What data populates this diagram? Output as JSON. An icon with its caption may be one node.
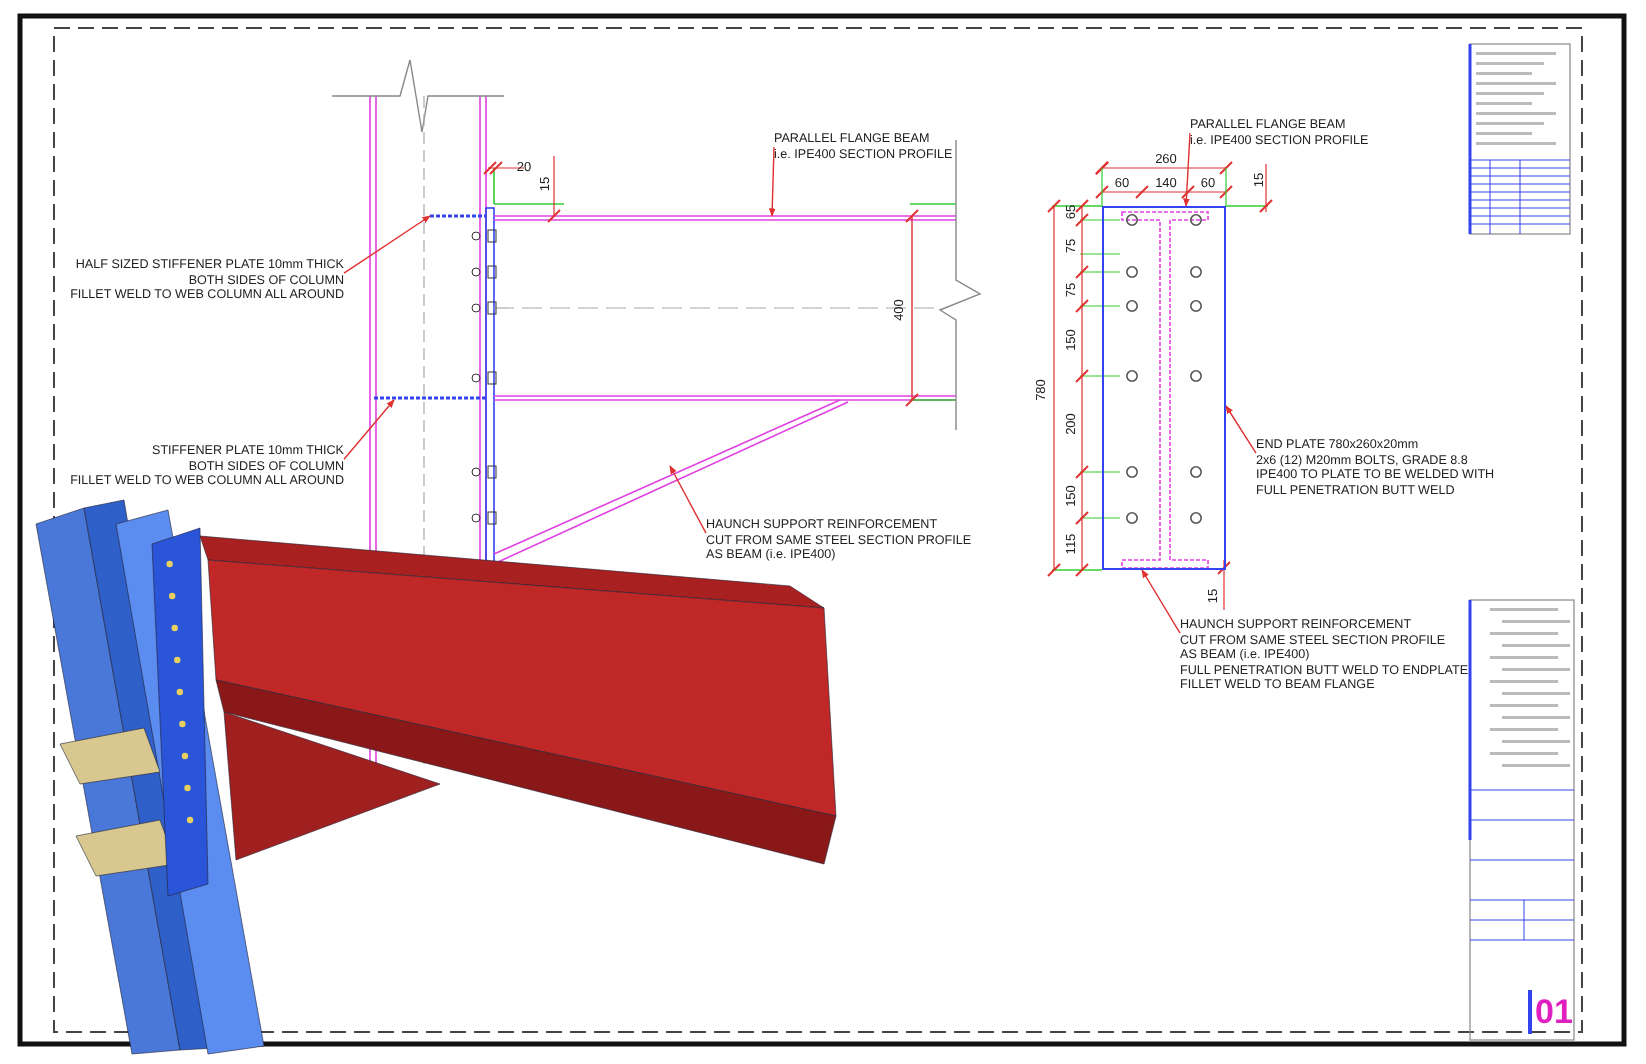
{
  "diagram": {
    "nodes": [
      {
        "text": [
          "PARALLEL FLANGE BEAM",
          "i.e. IPE400 SECTION PROFILE"
        ]
      },
      {
        "text": [
          "HALF SIZED STIFFENER PLATE 10mm THICK",
          "BOTH SIDES OF COLUMN",
          "FILLET WELD TO WEB COLUMN ALL AROUND"
        ]
      },
      {
        "text": [
          "STIFFENER PLATE 10mm THICK",
          "BOTH SIDES OF COLUMN",
          "FILLET WELD TO WEB COLUMN ALL AROUND"
        ]
      },
      {
        "text": [
          "HAUNCH SUPPORT REINFORCEMENT",
          "CUT FROM SAME STEEL SECTION PROFILE",
          "AS BEAM (i.e. IPE400)"
        ]
      },
      {
        "text": [
          "PARALLEL FLANGE BEAM",
          "i.e. IPE400 SECTION PROFILE"
        ]
      },
      {
        "text": [
          "END PLATE 780x260x20mm",
          "2x6 (12) M20mm BOLTS, GRADE 8.8",
          "IPE400 TO PLATE TO BE WELDED WITH",
          "FULL PENETRATION BUTT WELD"
        ]
      },
      {
        "text": [
          "HAUNCH SUPPORT REINFORCEMENT",
          "CUT FROM SAME STEEL SECTION PROFILE",
          "AS BEAM (i.e. IPE400)",
          "FULL PENETRATION BUTT WELD TO ENDPLATE",
          "FILLET WELD TO BEAM FLANGE"
        ]
      },
      {
        "text": [],
        "shape": "box"
      }
    ],
    "edges": [
      {
        "from": 0,
        "to": null,
        "arrow": "to"
      },
      {
        "from": 1,
        "to": null,
        "arrow": "to"
      },
      {
        "from": 2,
        "to": null,
        "arrow": "to"
      },
      {
        "from": 3,
        "to": null,
        "arrow": "to"
      },
      {
        "from": 4,
        "to": 7,
        "arrow": "to"
      },
      {
        "from": 5,
        "to": 7,
        "arrow": "to"
      },
      {
        "from": 6,
        "to": 7,
        "arrow": "to"
      }
    ],
    "labels": [
      "20",
      "15",
      "400",
      "260",
      "60",
      "140",
      "60",
      "15",
      "780",
      "65",
      "75",
      "75",
      "150",
      "200",
      "150",
      "115",
      "15",
      "01"
    ]
  }
}
